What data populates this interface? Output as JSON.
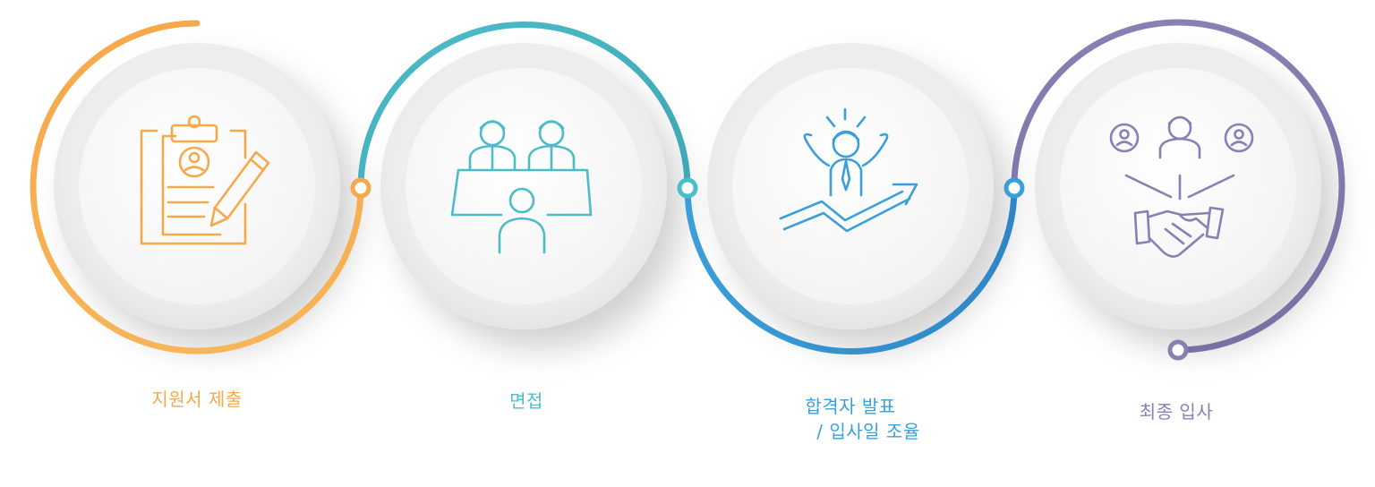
{
  "colors": {
    "step1": "#F5A94A",
    "step2": "#4DBCC9",
    "step3": "#3A9FD8",
    "step4": "#8A7FB2",
    "disc_outer": "#E9E9E9",
    "disc_inner": "#F6F6F6"
  },
  "steps": [
    {
      "label": "지원서 제출",
      "icon": "clipboard-application-icon"
    },
    {
      "label": "면접",
      "icon": "interview-panel-icon"
    },
    {
      "label": "합격자 발표",
      "label_line2": "/ 입사일 조율",
      "icon": "success-growth-icon"
    },
    {
      "label": "최종 입사",
      "icon": "handshake-hire-icon"
    }
  ]
}
